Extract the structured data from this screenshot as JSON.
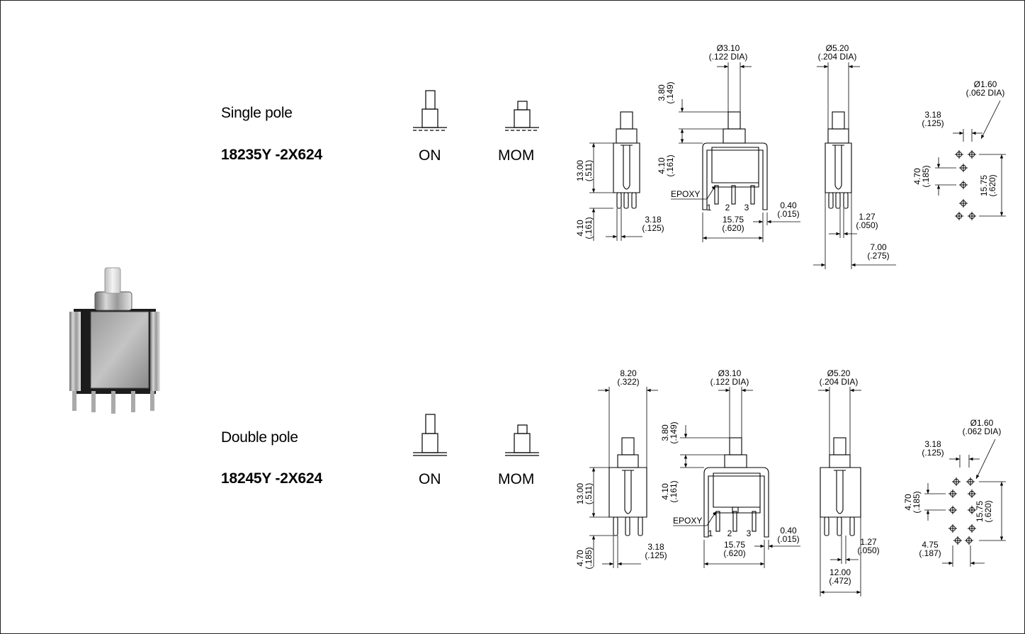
{
  "rows": [
    {
      "pole": "Single pole",
      "part_number": "18235Y -2X624",
      "positions": [
        "ON",
        "MOM"
      ],
      "dims": {
        "shaft_dia": "Ø3.10",
        "shaft_dia_in": "(.122 DIA)",
        "body_dia": "Ø5.20",
        "body_dia_in": "(.204 DIA)",
        "hole_dia": "Ø1.60",
        "hole_dia_in": "(.062 DIA)",
        "travel": "3.80",
        "travel_in": "(.149)",
        "stem": "4.10",
        "stem_in": "(.161)",
        "height": "13.00",
        "height_in": "(.511)",
        "pin_len": "4.10",
        "pin_len_in": "(.161)",
        "pin_pitch": "3.18",
        "pin_pitch_in": "(.125)",
        "width": "15.75",
        "width_in": "(.620)",
        "thick": "0.40",
        "thick_in": "(.015)",
        "lead": "1.27",
        "lead_in": "(.050)",
        "depth": "7.00",
        "depth_in": "(.275)",
        "fp_pitch": "3.18",
        "fp_pitch_in": "(.125)",
        "fp_row": "4.70",
        "fp_row_in": "(.185)",
        "fp_len": "15.75",
        "fp_len_in": "(.620)",
        "epoxy": "EPOXY",
        "pins": [
          "1",
          "2",
          "3"
        ]
      }
    },
    {
      "pole": "Double pole",
      "part_number": "18245Y -2X624",
      "positions": [
        "ON",
        "MOM"
      ],
      "dims": {
        "top_width": "8.20",
        "top_width_in": "(.322)",
        "shaft_dia": "Ø3.10",
        "shaft_dia_in": "(.122 DIA)",
        "body_dia": "Ø5.20",
        "body_dia_in": "(.204 DIA)",
        "hole_dia": "Ø1.60",
        "hole_dia_in": "(.062 DIA)",
        "travel": "3.80",
        "travel_in": "(.149)",
        "stem": "4.10",
        "stem_in": "(.161)",
        "height": "13.00",
        "height_in": "(.511)",
        "pin_len": "4.70",
        "pin_len_in": "(.185)",
        "pin_pitch": "3.18",
        "pin_pitch_in": "(.125)",
        "width": "15.75",
        "width_in": "(.620)",
        "thick": "0.40",
        "thick_in": "(.015)",
        "lead": "1.27",
        "lead_in": "(.050)",
        "depth": "12.00",
        "depth_in": "(.472)",
        "fp_pitch": "3.18",
        "fp_pitch_in": "(.125)",
        "fp_row": "4.70",
        "fp_row_in": "(.185)",
        "fp_len": "15.75",
        "fp_len_in": "(.620)",
        "fp_col": "4.75",
        "fp_col_in": "(.187)",
        "epoxy": "EPOXY",
        "pins": [
          "1",
          "2",
          "3"
        ]
      }
    }
  ]
}
